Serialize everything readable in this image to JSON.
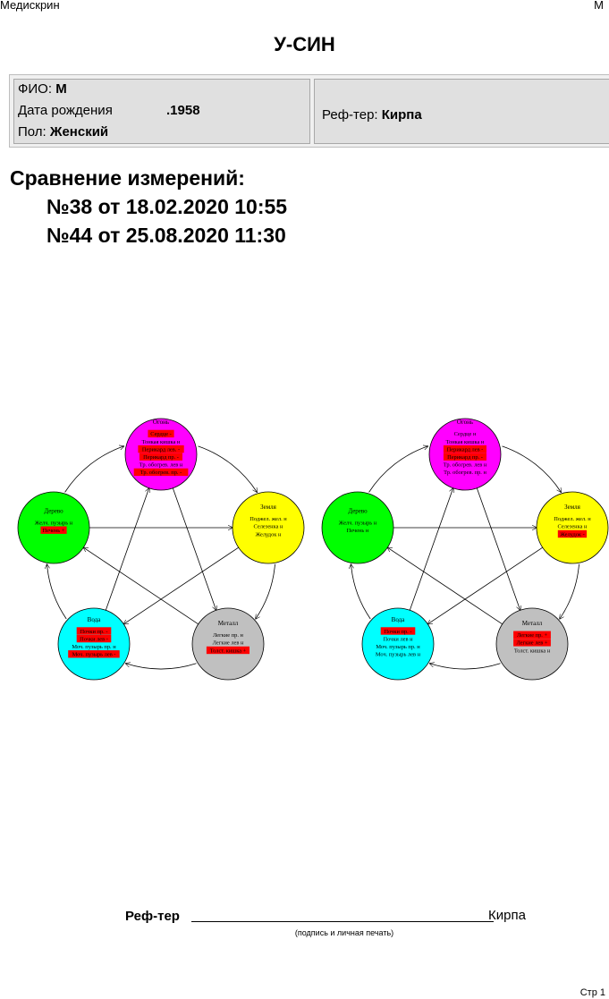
{
  "header": {
    "app_name": "Медискрин",
    "right_text": "М"
  },
  "title": "У-СИН",
  "patient": {
    "fio_label": "ФИО:",
    "fio_value": "М",
    "dob_label": "Дата рождения",
    "dob_value": ".1958",
    "sex_label": "Пол:",
    "sex_value": "Женский"
  },
  "referrer": {
    "label": "Реф-тер:",
    "value": "Кирпа"
  },
  "comparison": {
    "heading": "Сравнение измерений:",
    "measurements": [
      "№38 от 18.02.2020 10:55",
      "№44 от 25.08.2020 11:30"
    ]
  },
  "colors": {
    "fire": "#ff00ff",
    "earth": "#ffff00",
    "metal": "#c0c0c0",
    "water": "#00ffff",
    "wood": "#00ff00",
    "highlight": "#ff0000"
  },
  "diagrams": [
    {
      "elements": [
        {
          "key": "fire",
          "name": "Огонь",
          "color": "#ff00ff",
          "lines": [
            {
              "text": "Сердце -",
              "hl": true
            },
            {
              "text": "Тонкая кишка н",
              "hl": false
            },
            {
              "text": "Перикард лев. -",
              "hl": true
            },
            {
              "text": "Перикард пр. -",
              "hl": true
            },
            {
              "text": "Тр. обогрев. лев н",
              "hl": false
            },
            {
              "text": "Тр. обогрев. пр. -",
              "hl": true
            }
          ]
        },
        {
          "key": "earth",
          "name": "Земля",
          "color": "#ffff00",
          "lines": [
            {
              "text": "Поджел. жел. н",
              "hl": false
            },
            {
              "text": "Селезенка н",
              "hl": false
            },
            {
              "text": "Желудок н",
              "hl": false
            }
          ]
        },
        {
          "key": "metal",
          "name": "Металл",
          "color": "#c0c0c0",
          "lines": [
            {
              "text": "Легкие пр. н",
              "hl": false
            },
            {
              "text": "Легкие лев н",
              "hl": false
            },
            {
              "text": "Толст. кишка +",
              "hl": true
            }
          ]
        },
        {
          "key": "water",
          "name": "Вода",
          "color": "#00ffff",
          "lines": [
            {
              "text": "Почки пр. -",
              "hl": true
            },
            {
              "text": "Почки лев -",
              "hl": true
            },
            {
              "text": "Моч. пузырь пр. н",
              "hl": false
            },
            {
              "text": "Моч. пузырь лев -",
              "hl": true
            }
          ]
        },
        {
          "key": "wood",
          "name": "Дерево",
          "color": "#00ff00",
          "lines": [
            {
              "text": "Желч. пузырь н",
              "hl": false
            },
            {
              "text": "Печень +",
              "hl": true
            }
          ]
        }
      ]
    },
    {
      "elements": [
        {
          "key": "fire",
          "name": "Огонь",
          "color": "#ff00ff",
          "lines": [
            {
              "text": "Сердце н",
              "hl": false
            },
            {
              "text": "Тонкая кишка н",
              "hl": false
            },
            {
              "text": "Перикард лев -",
              "hl": true
            },
            {
              "text": "Перикард пр. -",
              "hl": true
            },
            {
              "text": "Тр. обогрев. лев н",
              "hl": false
            },
            {
              "text": "Тр. обогрев. пр. н",
              "hl": false
            }
          ]
        },
        {
          "key": "earth",
          "name": "Земля",
          "color": "#ffff00",
          "lines": [
            {
              "text": "Поджел. жел. н",
              "hl": false
            },
            {
              "text": "Селезенка н",
              "hl": false
            },
            {
              "text": "Желудок -",
              "hl": true
            }
          ]
        },
        {
          "key": "metal",
          "name": "Металл",
          "color": "#c0c0c0",
          "lines": [
            {
              "text": "Легкие пр. +",
              "hl": true
            },
            {
              "text": "Легкие лев +",
              "hl": true
            },
            {
              "text": "Толст. кишка н",
              "hl": false
            }
          ]
        },
        {
          "key": "water",
          "name": "Вода",
          "color": "#00ffff",
          "lines": [
            {
              "text": "Почки пр. -",
              "hl": true
            },
            {
              "text": "Почки лев н",
              "hl": false
            },
            {
              "text": "Моч. пузырь пр. н",
              "hl": false
            },
            {
              "text": "Моч. пузырь лев н",
              "hl": false
            }
          ]
        },
        {
          "key": "wood",
          "name": "Дерево",
          "color": "#00ff00",
          "lines": [
            {
              "text": "Желч. пузырь н",
              "hl": false
            },
            {
              "text": "Печень н",
              "hl": false
            }
          ]
        }
      ]
    }
  ],
  "signature": {
    "label": "Реф-тер",
    "name": "Кирпа",
    "note": "(подпись и личная печать)"
  },
  "footer": {
    "page": "Стр 1"
  }
}
